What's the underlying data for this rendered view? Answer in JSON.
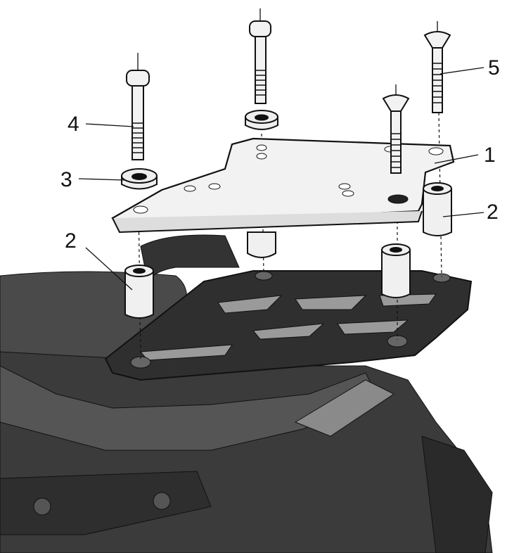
{
  "diagram": {
    "callouts": [
      {
        "id": "plate",
        "label": "1"
      },
      {
        "id": "spacer-right",
        "label": "2"
      },
      {
        "id": "spacer-left",
        "label": "2"
      },
      {
        "id": "washer",
        "label": "3"
      },
      {
        "id": "bolt-long",
        "label": "4"
      },
      {
        "id": "bolt-countersunk",
        "label": "5"
      }
    ],
    "colors": {
      "line": "#111111",
      "bike_dark": "#3a3a3a",
      "bike_mid": "#5a5a5a",
      "part_light": "#f2f2f2"
    }
  }
}
